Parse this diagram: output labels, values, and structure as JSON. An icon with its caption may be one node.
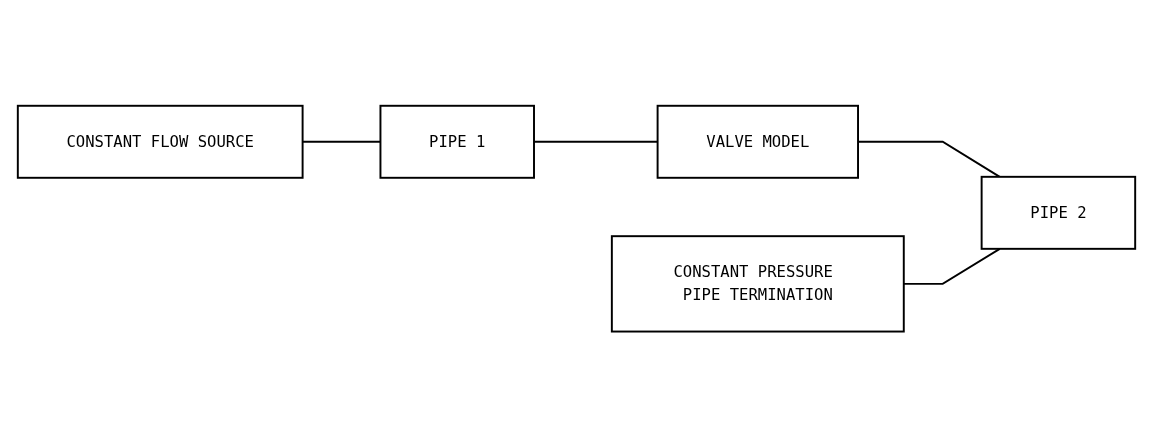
{
  "diagram": {
    "nodes": [
      {
        "text": [
          "CONSTANT FLOW SOURCE"
        ]
      },
      {
        "text": [
          "PIPE 1"
        ]
      },
      {
        "text": [
          "VALVE MODEL"
        ]
      },
      {
        "text": [
          "CONSTANT PRESSURE PIPE TERMINATION"
        ]
      },
      {
        "text": [
          "PIPE 2"
        ]
      }
    ],
    "edges": [
      {
        "from": 0,
        "to": 1,
        "arrow": "none"
      },
      {
        "from": 1,
        "to": 2,
        "arrow": "none"
      },
      {
        "from": 2,
        "to": 4,
        "arrow": "none"
      },
      {
        "from": 3,
        "to": 4,
        "arrow": "none"
      }
    ]
  }
}
